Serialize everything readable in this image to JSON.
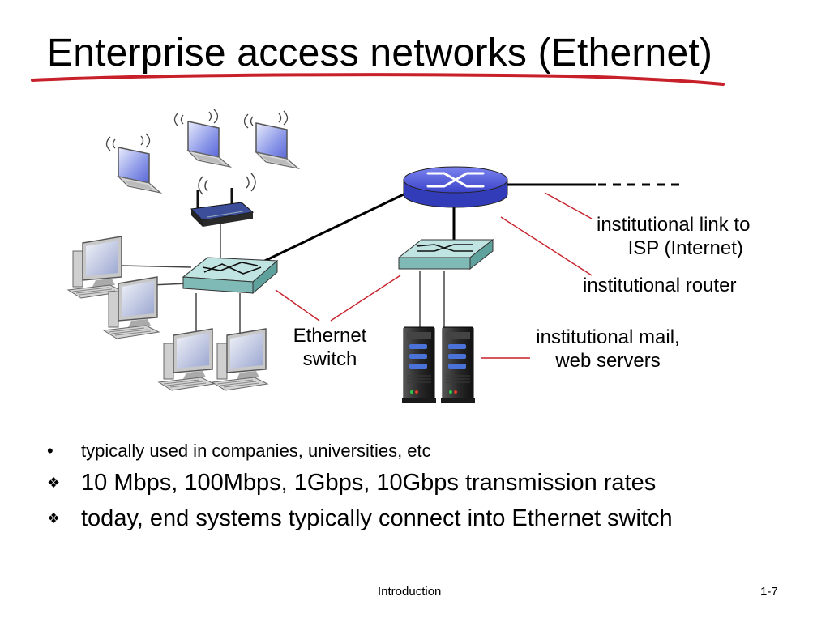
{
  "slide": {
    "title": "Enterprise access networks (Ethernet)",
    "accent_color": "#c8202a"
  },
  "labels": {
    "isp_link": [
      "institutional link to",
      "ISP (Internet)"
    ],
    "router": "institutional router",
    "switch": [
      "Ethernet",
      "switch"
    ],
    "servers": [
      "institutional mail,",
      "web servers"
    ]
  },
  "bullets": [
    {
      "marker": "•",
      "text": "typically used in companies, universities, etc"
    },
    {
      "marker": "❖",
      "text": "10 Mbps, 100Mbps, 1Gbps, 10Gbps transmission rates"
    },
    {
      "marker": "❖",
      "text": "today, end systems typically connect into Ethernet switch"
    }
  ],
  "footer": {
    "center": "Introduction",
    "page": "1-7"
  },
  "icons": {
    "router": "router-icon",
    "switch": "ethernet-switch-icon",
    "wifi": "wireless-access-point-icon",
    "laptop": "laptop-icon",
    "desktop": "desktop-computer-icon",
    "server": "server-tower-icon"
  },
  "colors": {
    "router_body": "#4a52d8",
    "switch_body": "#9ed2cf",
    "server_body": "#2b2b2b",
    "server_led": "#4a72d8",
    "pointer_line": "#c8202a"
  }
}
